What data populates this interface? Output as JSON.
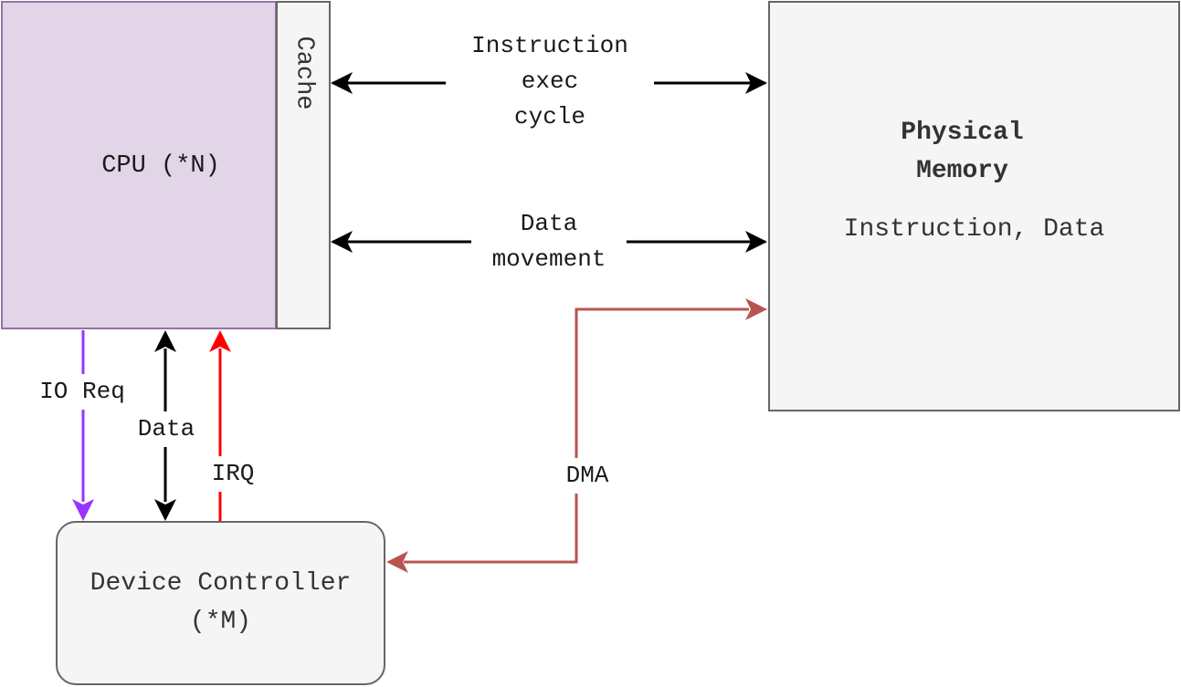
{
  "nodes": {
    "cpu": "CPU (*N)",
    "cache": "Cache",
    "memory_title": "Physical Memory",
    "memory_content": "Instruction, Data",
    "device": "Device Controller (*M)"
  },
  "edges": {
    "instruction_cycle": "Instruction\nexec\ncycle",
    "data_movement": "Data\nmovement",
    "io_req": "IO Req",
    "data": "Data",
    "irq": "IRQ",
    "dma": "DMA"
  },
  "colors": {
    "cpu_fill": "#e1d5e7",
    "cpu_border": "#9673a6",
    "box_fill": "#f5f5f5",
    "box_border": "#666666",
    "io_req_arrow": "#9933ff",
    "irq_arrow": "#ff0000",
    "dma_arrow": "#b85450",
    "data_arrow": "#000000"
  }
}
